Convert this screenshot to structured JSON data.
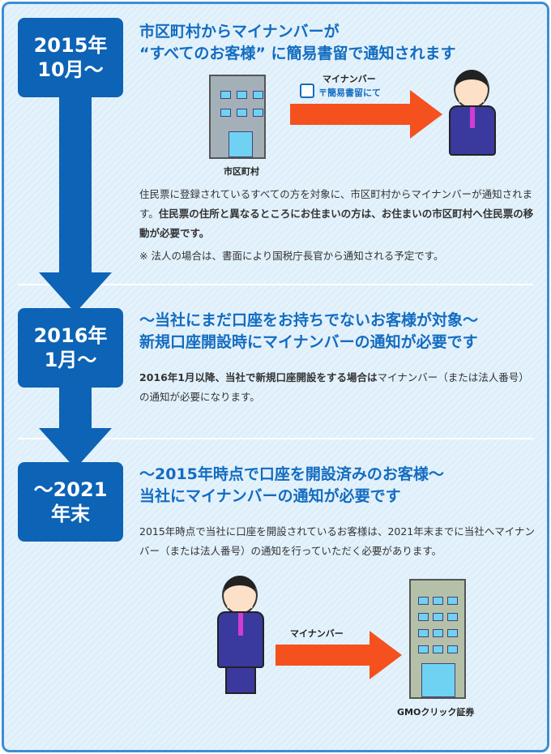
{
  "steps": [
    {
      "date_line1": "2015年",
      "date_line2": "10月〜",
      "title_line1": "市区町村からマイナンバーが",
      "title_line2": "“すべてのお客様” に簡易書留で通知されます",
      "text_plain": "住民票に登録されているすべての方を対象に、市区町村からマイナンバーが通知されます。",
      "text_bold": "住民票の住所と異なるところにお住まいの方は、お住まいの市区町村へ住民票の移動が必要です。",
      "note": "※ 法人の場合は、書面により国税庁長官から通知される予定です。",
      "from_label": "市区町村",
      "arrow_label1": "マイナンバー",
      "arrow_label2": "〒簡易書留にて"
    },
    {
      "date_line1": "2016年",
      "date_line2": "1月〜",
      "title_line1": "〜当社にまだ口座をお持ちでないお客様が対象〜",
      "title_line2": "新規口座開設時にマイナンバーの通知が必要です",
      "text_bold": "2016年1月以降、当社で新規口座開設をする場合は",
      "text_plain": "マイナンバー（または法人番号）の通知が必要になります。"
    },
    {
      "date_line1": "〜2021",
      "date_line2": "年末",
      "title_line1": "〜2015年時点で口座を開設済みのお客様〜",
      "title_line2": "当社にマイナンバーの通知が必要です",
      "text_plain": "2015年時点で当社に口座を開設されているお客様は、2021年末までに当社へマイナンバー（または法人番号）の通知を行っていただく必要があります。",
      "arrow_label": "マイナンバー",
      "to_label": "GMOクリック証券"
    }
  ]
}
